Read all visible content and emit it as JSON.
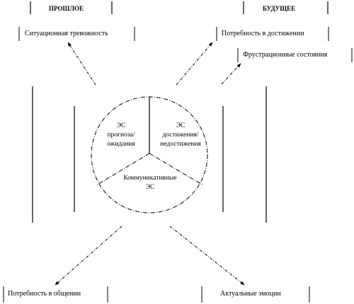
{
  "headers": {
    "past": "ПРОШЛОЕ",
    "future": "БУДУЩЕЕ"
  },
  "boxes": {
    "situational_anxiety": "Ситуационная тревожность",
    "need_achievement": "Потребность в достижении",
    "frustration_states": "Фрустрационные состояния",
    "need_communication": "Потребность в общении",
    "actual_emotions": "Актуальные эмоции"
  },
  "sectors": {
    "forecast": [
      "ЭС",
      "прогноза/",
      "ожидания"
    ],
    "achievement": [
      "ЭС",
      "достижения/",
      "недостижения"
    ],
    "communicative": [
      "Коммуникативные",
      "ЭС"
    ]
  }
}
